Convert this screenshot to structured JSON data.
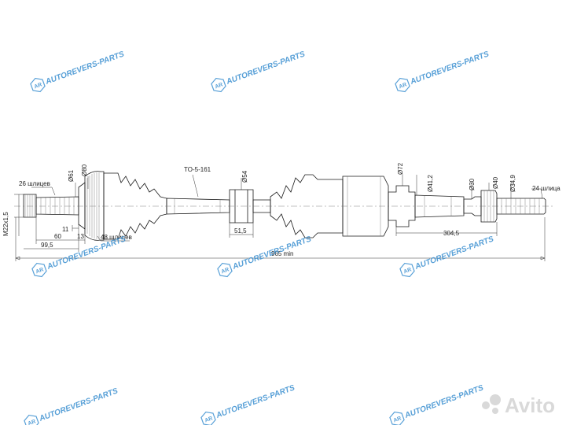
{
  "part_number": "TO-5-161",
  "dimensions": {
    "spline_left": "26 шлицев",
    "d61": "Ø61",
    "d80": "Ø80",
    "thread": "M22x1,5",
    "len_11": "11",
    "len_60": "60",
    "len_13": "13",
    "abs_teeth": "48 шлицев",
    "len_99_5": "99,5",
    "d54": "Ø54",
    "len_51_5": "51,5",
    "d72": "Ø72",
    "d41_2": "Ø41,2",
    "d30": "Ø30",
    "d40": "Ø40",
    "d34_9": "Ø34,9",
    "spline_right": "24 шлица",
    "len_304_5": "304,5",
    "total": "965 min"
  },
  "watermark": {
    "text": "AUTOREVERS-PARTS",
    "logo": "AR",
    "color": "#3a8fd0"
  },
  "avito": {
    "text": "Avito",
    "color": "#d9d9d9"
  }
}
